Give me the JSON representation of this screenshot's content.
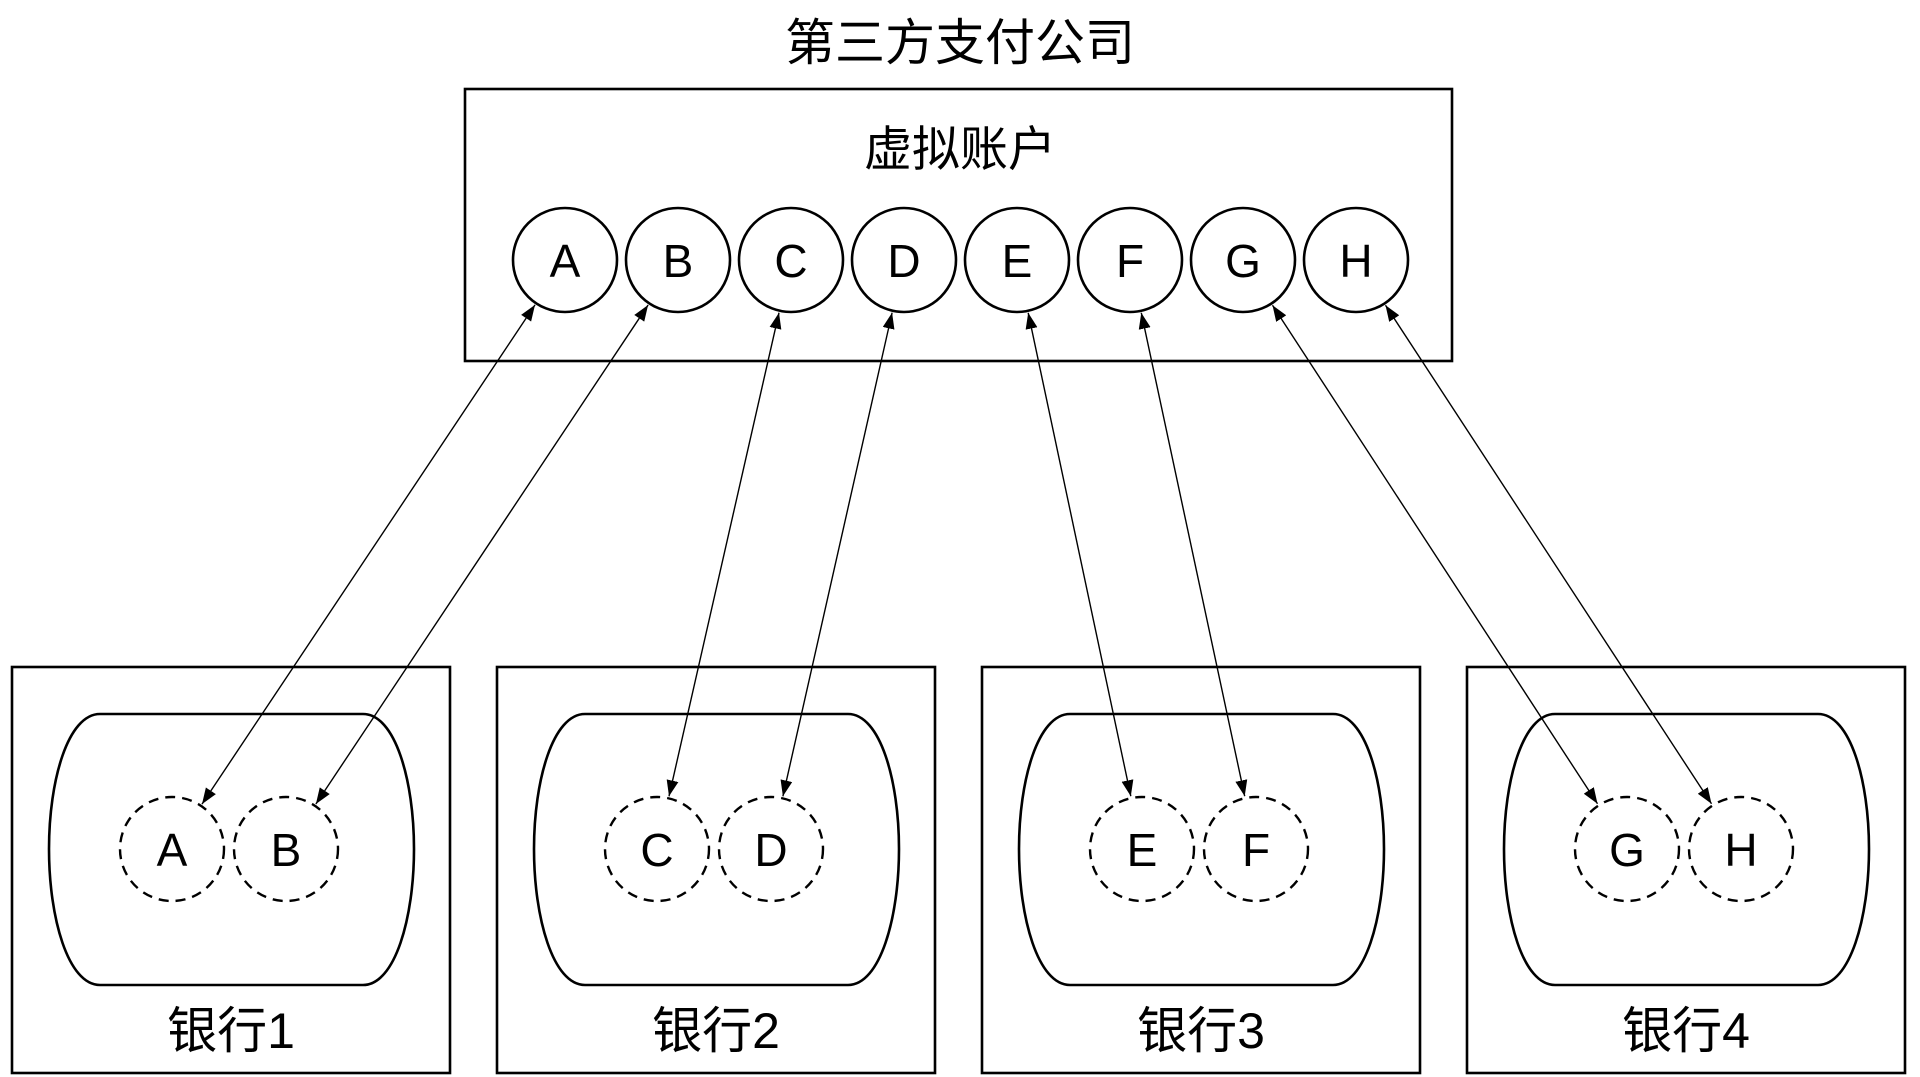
{
  "company_title": "第三方支付公司",
  "virtual_accounts": {
    "title": "虚拟账户",
    "accounts": [
      "A",
      "B",
      "C",
      "D",
      "E",
      "F",
      "G",
      "H"
    ]
  },
  "banks": [
    {
      "name": "银行1",
      "accounts": [
        "A",
        "B"
      ]
    },
    {
      "name": "银行2",
      "accounts": [
        "C",
        "D"
      ]
    },
    {
      "name": "银行3",
      "accounts": [
        "E",
        "F"
      ]
    },
    {
      "name": "银行4",
      "accounts": [
        "G",
        "H"
      ]
    }
  ],
  "colors": {
    "stroke": "#000000",
    "background": "#ffffff"
  }
}
